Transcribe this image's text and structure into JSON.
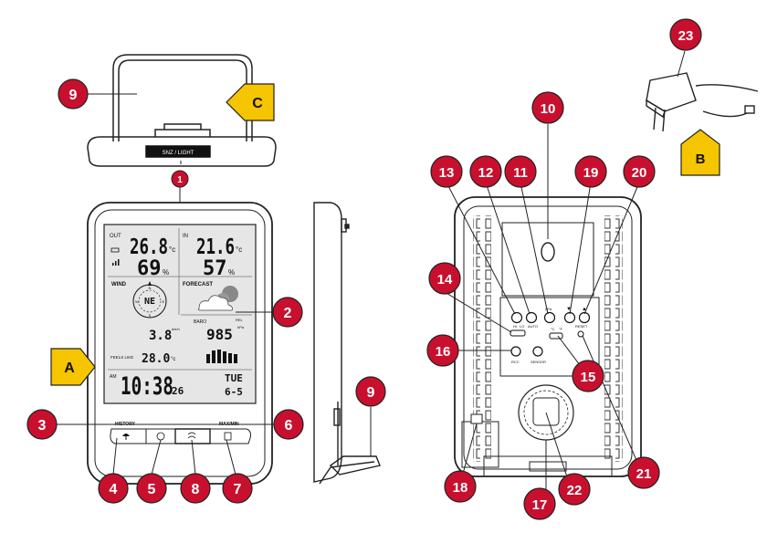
{
  "callouts": [
    {
      "id": "c9a",
      "label": "9"
    },
    {
      "id": "c1",
      "label": "1"
    },
    {
      "id": "c2",
      "label": "2"
    },
    {
      "id": "c3",
      "label": "3"
    },
    {
      "id": "c4",
      "label": "4"
    },
    {
      "id": "c5",
      "label": "5"
    },
    {
      "id": "c6",
      "label": "6"
    },
    {
      "id": "c7",
      "label": "7"
    },
    {
      "id": "c8",
      "label": "8"
    },
    {
      "id": "c9b",
      "label": "9"
    },
    {
      "id": "c10",
      "label": "10"
    },
    {
      "id": "c11",
      "label": "11"
    },
    {
      "id": "c12",
      "label": "12"
    },
    {
      "id": "c13",
      "label": "13"
    },
    {
      "id": "c14",
      "label": "14"
    },
    {
      "id": "c15",
      "label": "15"
    },
    {
      "id": "c16",
      "label": "16"
    },
    {
      "id": "c17",
      "label": "17"
    },
    {
      "id": "c18",
      "label": "18"
    },
    {
      "id": "c19",
      "label": "19"
    },
    {
      "id": "c20",
      "label": "20"
    },
    {
      "id": "c21",
      "label": "21"
    },
    {
      "id": "c22",
      "label": "22"
    },
    {
      "id": "c23",
      "label": "23"
    }
  ],
  "tags": {
    "a": "A",
    "b": "B",
    "c": "C"
  },
  "top_device": {
    "slot_text": "SNZ / LIGHT"
  },
  "lcd": {
    "out_label": "OUT",
    "in_label": "IN",
    "out_temp": "26.8",
    "out_temp_unit": "°c",
    "out_hum": "69",
    "out_hum_unit": "%",
    "in_temp": "21.6",
    "in_temp_unit": "°c",
    "in_hum": "57",
    "in_hum_unit": "%",
    "wind_label": "WIND",
    "wind_dir": "NE",
    "compass_n": "N",
    "compass_e": "E",
    "compass_w": "W",
    "compass_s": "S",
    "forecast_label": "FORECAST",
    "baro_label": "BARO",
    "baro_value": "985",
    "baro_unit": "hPa",
    "rel_label": "REL",
    "wind_speed": "3.8",
    "wind_speed_unit": "km/h",
    "feels_like_label": "FEELS LIKE",
    "feels_like_value": "28.0",
    "feels_like_unit": "°c",
    "am_label": "AM",
    "time": "10:38",
    "seconds": "26",
    "weekday": "TUE",
    "date": "6-5"
  },
  "front_labels": {
    "history": "HISTORY",
    "max_min": "MAX/MIN"
  },
  "back_labels": {
    "hi": "HI",
    "lo": "LO",
    "auto": "AUTO",
    "hpa": "hPa",
    "c": "°C",
    "f": "°F",
    "rcc": "RCC",
    "sensor": "SENSOR",
    "reset": "RESET",
    "arrow_down": "▼",
    "arrow_up": "▲"
  },
  "colors": {
    "callout": "#c8102e",
    "tag": "#f5c500",
    "outline": "#222222"
  }
}
